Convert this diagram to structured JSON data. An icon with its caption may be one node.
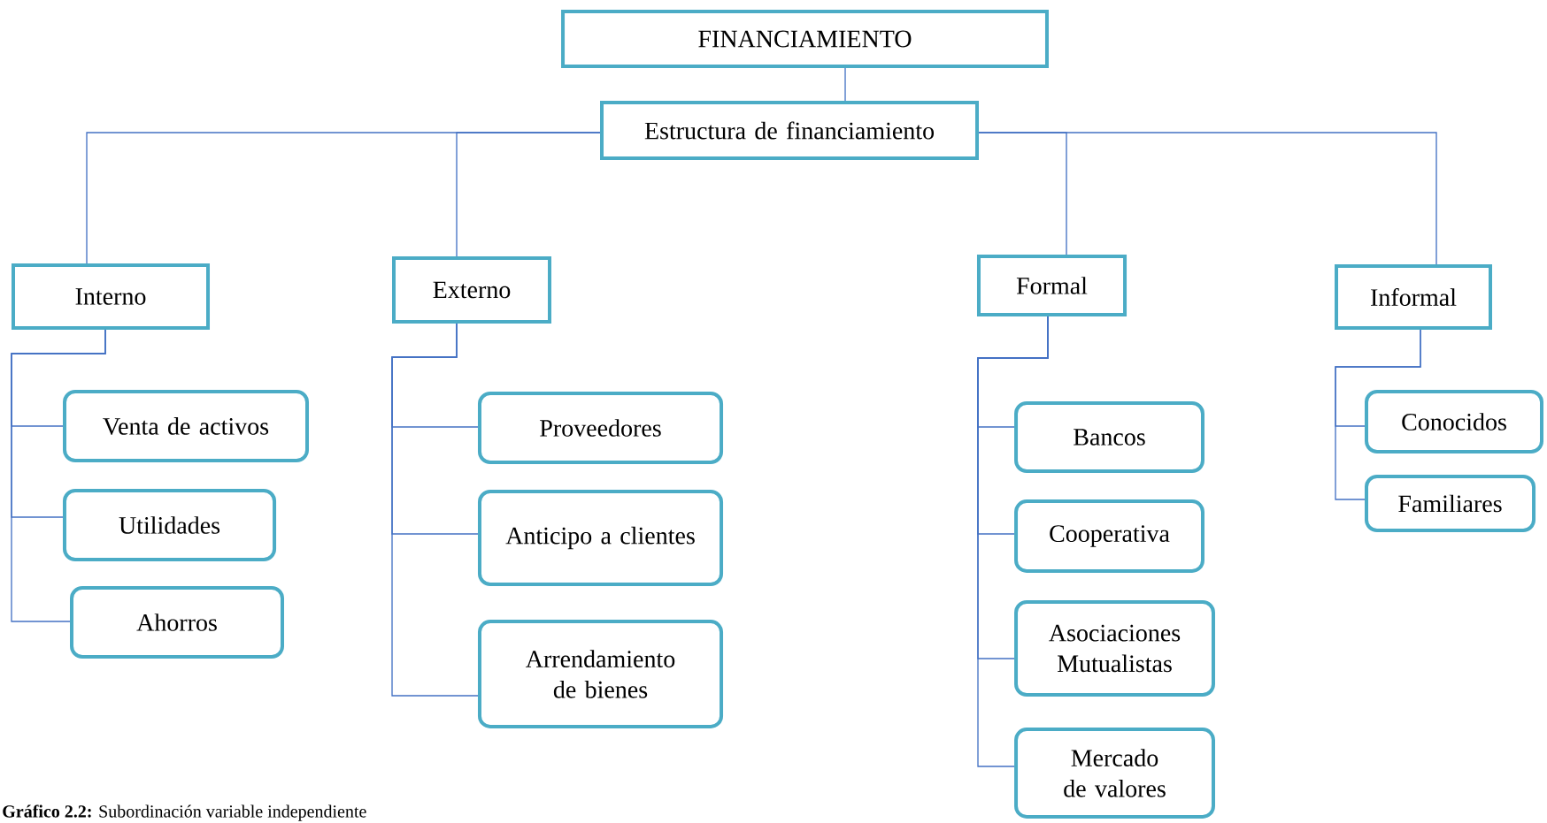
{
  "diagram": {
    "caption": "**Gráfico 2.2:** Subordinación variable independiente",
    "nodes": [
      {
        "text": [
          "FINANCIAMIENTO"
        ]
      },
      {
        "text": [
          "Estructura de financiamiento"
        ]
      },
      {
        "text": [
          "Interno"
        ]
      },
      {
        "text": [
          "Externo"
        ]
      },
      {
        "text": [
          "Formal"
        ]
      },
      {
        "text": [
          "Informal"
        ]
      },
      {
        "text": [
          "Venta de activos"
        ]
      },
      {
        "text": [
          "Utilidades"
        ]
      },
      {
        "text": [
          "Ahorros"
        ]
      },
      {
        "text": [
          "Proveedores"
        ]
      },
      {
        "text": [
          "Anticipo a clientes"
        ]
      },
      {
        "text": [
          "Arrendamiento de bienes"
        ]
      },
      {
        "text": [
          "Bancos"
        ]
      },
      {
        "text": [
          "Cooperativa"
        ]
      },
      {
        "text": [
          "Asociaciones Mutualistas"
        ]
      },
      {
        "text": [
          "Mercado de valores"
        ]
      },
      {
        "text": [
          "Conocidos"
        ]
      },
      {
        "text": [
          "Familiares"
        ]
      }
    ],
    "edges": [
      {
        "from": 0,
        "to": 1,
        "arrow": "none"
      },
      {
        "from": 1,
        "to": 2,
        "arrow": "none"
      },
      {
        "from": 1,
        "to": 3,
        "arrow": "none"
      },
      {
        "from": 1,
        "to": 4,
        "arrow": "none"
      },
      {
        "from": 1,
        "to": 5,
        "arrow": "none"
      },
      {
        "from": 2,
        "to": 6,
        "arrow": "none"
      },
      {
        "from": 2,
        "to": 7,
        "arrow": "none"
      },
      {
        "from": 2,
        "to": 8,
        "arrow": "none"
      },
      {
        "from": 3,
        "to": 9,
        "arrow": "none"
      },
      {
        "from": 3,
        "to": 10,
        "arrow": "none"
      },
      {
        "from": 3,
        "to": 11,
        "arrow": "none"
      },
      {
        "from": 4,
        "to": 12,
        "arrow": "none"
      },
      {
        "from": 4,
        "to": 13,
        "arrow": "none"
      },
      {
        "from": 4,
        "to": 14,
        "arrow": "none"
      },
      {
        "from": 4,
        "to": 15,
        "arrow": "none"
      },
      {
        "from": 5,
        "to": 16,
        "arrow": "none"
      },
      {
        "from": 5,
        "to": 17,
        "arrow": "none"
      }
    ]
  }
}
